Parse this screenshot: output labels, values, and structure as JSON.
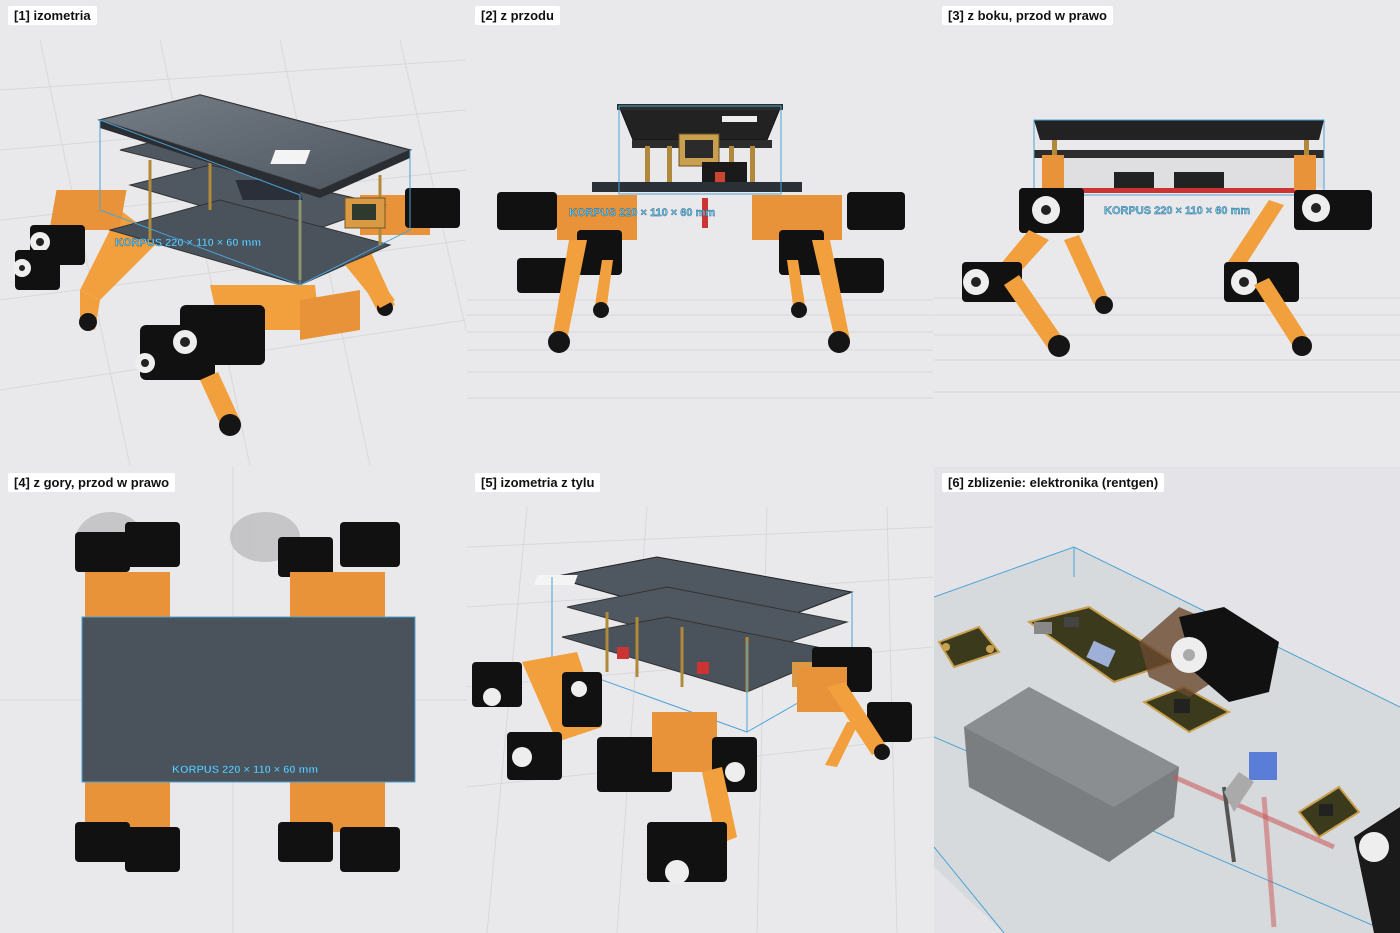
{
  "views": [
    {
      "label": "[1] izometria"
    },
    {
      "label": "[2] z przodu"
    },
    {
      "label": "[3] z boku, przod w prawo"
    },
    {
      "label": "[4] z gory, przod w prawo"
    },
    {
      "label": "[5] izometria z tylu"
    },
    {
      "label": "[6] zblizenie: elektronika (rentgen)"
    }
  ],
  "dimension_label": "KORPUS 220 × 110 × 60 mm",
  "colors": {
    "background": "#e9e9ec",
    "plate": "#4a525b",
    "servo": "#111111",
    "leg": "#f2a03d",
    "bracket": "#e8923a",
    "bbox": "#4aa3d6",
    "pcb": "#3b3a1c"
  }
}
